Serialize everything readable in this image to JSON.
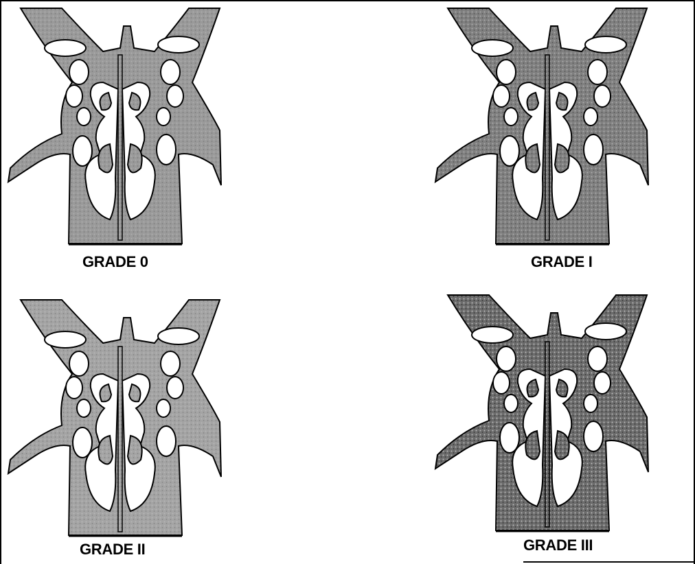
{
  "figure": {
    "panels": [
      {
        "key": "grade0",
        "caption": "GRADE 0",
        "fill": "#9a9a9a",
        "texture": "light"
      },
      {
        "key": "grade1",
        "caption": "GRADE I",
        "fill": "#808080",
        "texture": "medium"
      },
      {
        "key": "grade2",
        "caption": "GRADE II",
        "fill": "#a4a4a4",
        "texture": "light"
      },
      {
        "key": "grade3",
        "caption": "GRADE III",
        "fill": "#6c6c6c",
        "texture": "dense"
      }
    ]
  },
  "colors": {
    "ink": "#000000",
    "background": "#ffffff",
    "air": "#ffffff"
  }
}
